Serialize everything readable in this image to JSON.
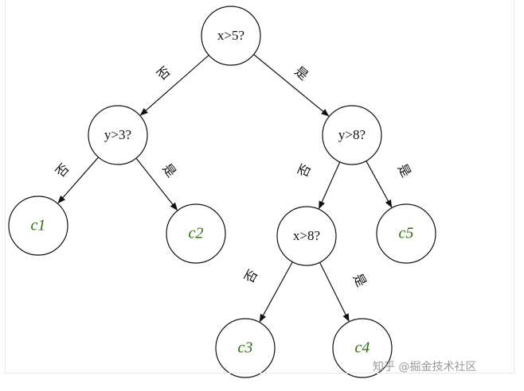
{
  "diagram": {
    "decision_nodes": [
      {
        "id": "root",
        "label": "x>5?"
      },
      {
        "id": "n_left",
        "label": "y>3?"
      },
      {
        "id": "n_right",
        "label": "y>8?"
      },
      {
        "id": "n_mid",
        "label": "x>8?"
      }
    ],
    "leaf_nodes": [
      {
        "id": "c1",
        "label": "c1"
      },
      {
        "id": "c2",
        "label": "c2"
      },
      {
        "id": "c3",
        "label": "c3"
      },
      {
        "id": "c4",
        "label": "c4"
      },
      {
        "id": "c5",
        "label": "c5"
      }
    ],
    "edges": [
      {
        "from": "root",
        "to": "n_left",
        "label": "否"
      },
      {
        "from": "root",
        "to": "n_right",
        "label": "是"
      },
      {
        "from": "n_left",
        "to": "c1",
        "label": "否"
      },
      {
        "from": "n_left",
        "to": "c2",
        "label": "是"
      },
      {
        "from": "n_right",
        "to": "n_mid",
        "label": "否"
      },
      {
        "from": "n_right",
        "to": "c5",
        "label": "是"
      },
      {
        "from": "n_mid",
        "to": "c3",
        "label": "否"
      },
      {
        "from": "n_mid",
        "to": "c4",
        "label": "是"
      }
    ],
    "colors": {
      "node_stroke": "#111111",
      "leaf_text": "#2f6e14",
      "edge": "#111111",
      "watermark": "#9a9a9a"
    }
  },
  "watermark": {
    "text": "知乎 @掘金技术社区"
  }
}
